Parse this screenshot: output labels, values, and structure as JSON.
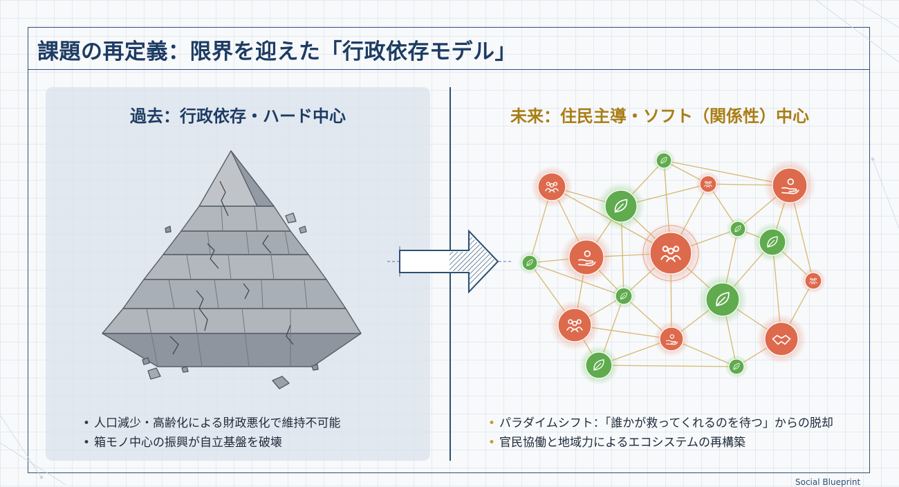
{
  "title": "課題の再定義：限界を迎えた「行政依存モデル」",
  "left": {
    "heading": "過去：行政依存・ハード中心",
    "bullets": [
      "人口減少・高齢化による財政悪化で維持不可能",
      "箱モノ中心の振興が自立基盤を破壊"
    ],
    "bullet_marker": "•",
    "illustration": "cracked-stone-pyramid"
  },
  "right": {
    "heading": "未来：住民主導・ソフト（関係性）中心",
    "bullets": [
      "パラダイムシフト：「誰かが救ってくれるのを待つ」からの脱却",
      "官民協働と地域力によるエコシステムの再構築"
    ],
    "bullet_marker": "•",
    "illustration": "community-network",
    "node_icons": [
      "people-icon",
      "leaf-icon",
      "hand-giving-icon",
      "handshake-icon"
    ]
  },
  "transition": "arrow-right-icon",
  "footer": "Social Blueprint",
  "colors": {
    "navy": "#1d3c63",
    "gold": "#a97d14",
    "orange_node": "#dd6a4c",
    "green_node": "#5fab4e",
    "network_line": "#d3b25c",
    "stone": "#a6acb3"
  }
}
